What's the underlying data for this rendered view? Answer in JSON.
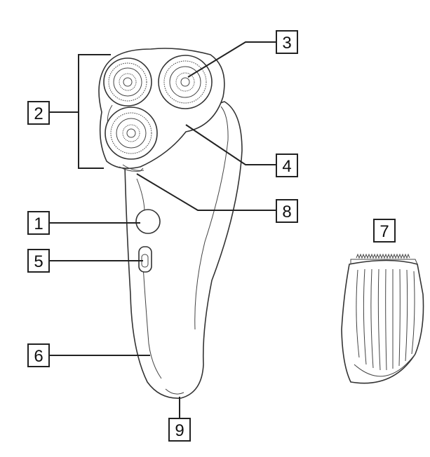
{
  "callouts": [
    {
      "id": "label-1",
      "text": "1"
    },
    {
      "id": "label-2",
      "text": "2"
    },
    {
      "id": "label-3",
      "text": "3"
    },
    {
      "id": "label-4",
      "text": "4"
    },
    {
      "id": "label-5",
      "text": "5"
    },
    {
      "id": "label-6",
      "text": "6"
    },
    {
      "id": "label-7",
      "text": "7"
    },
    {
      "id": "label-8",
      "text": "8"
    },
    {
      "id": "label-9",
      "text": "9"
    }
  ],
  "colors": {
    "line": "#222222",
    "fill": "#ffffff"
  }
}
